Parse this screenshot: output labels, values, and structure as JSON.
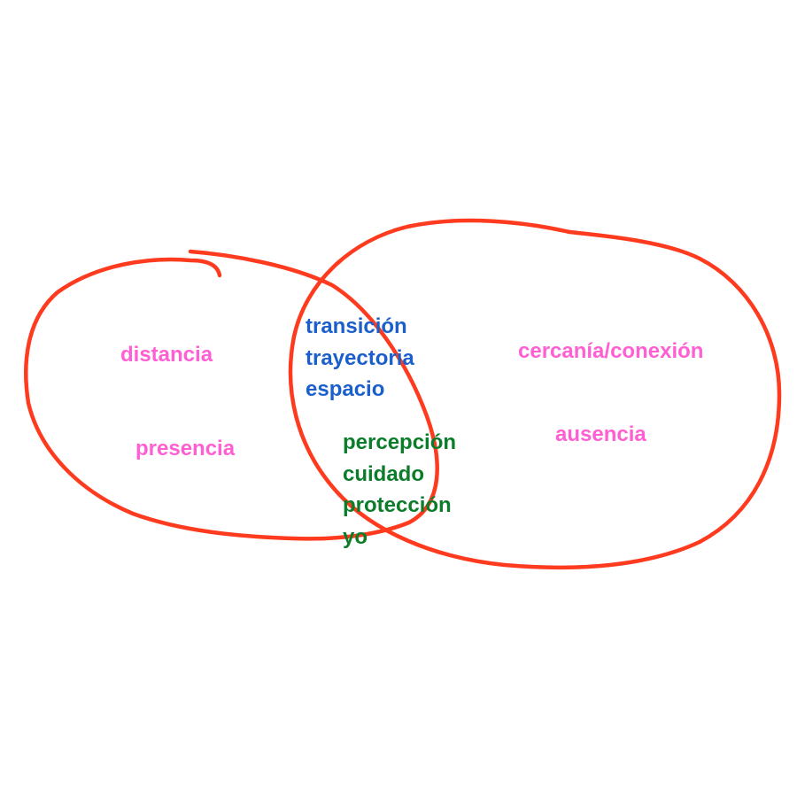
{
  "diagram": {
    "stroke_color": "#ff3b1f",
    "colors": {
      "outer": "#ff5fd2",
      "overlap_top": "#1a5fcc",
      "overlap_bottom": "#0b7d2a"
    },
    "left_only": {
      "top": "distancia",
      "bottom": "presencia"
    },
    "right_only": {
      "top": "cercanía/conexión",
      "bottom": "ausencia"
    },
    "overlap": {
      "upper": [
        "transición",
        "trayectoria",
        "espacio"
      ],
      "lower": [
        "percepción",
        "cuidado",
        "protección",
        "yo"
      ]
    }
  }
}
